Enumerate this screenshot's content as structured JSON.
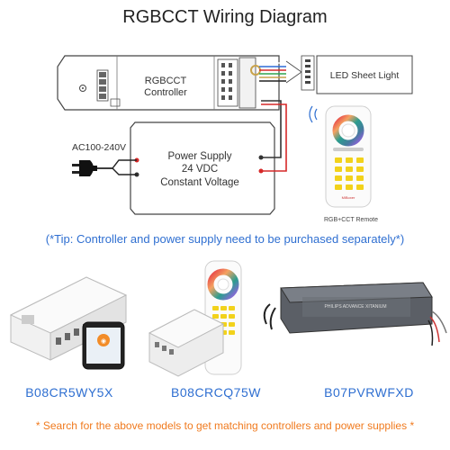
{
  "title": "RGBCCT Wiring Diagram",
  "diagram": {
    "controller_label_1": "RGBCCT",
    "controller_label_2": "Controller",
    "led_label": "LED Sheet Light",
    "power_label_1": "Power Supply",
    "power_label_2": "24 VDC",
    "power_label_3": "Constant Voltage",
    "ac_label": "AC100-240V",
    "remote_caption": "RGB+CCT Remote"
  },
  "tip": "(*Tip: Controller and power supply need to be purchased separately*)",
  "products": [
    {
      "code": "B08CR5WY5X",
      "icon": "wifi-controller-with-phone"
    },
    {
      "code": "B08CRCQ75W",
      "icon": "rf-controller-with-remote"
    },
    {
      "code": "B07PVRWFXD",
      "icon": "power-supply-unit"
    }
  ],
  "footer_note": "* Search for the above models to get matching controllers and power supplies *",
  "colors": {
    "accent_blue": "#2f6fd1",
    "note_orange": "#f07a1e",
    "wire_dark": "#333333",
    "wire_red": "#d62828"
  }
}
